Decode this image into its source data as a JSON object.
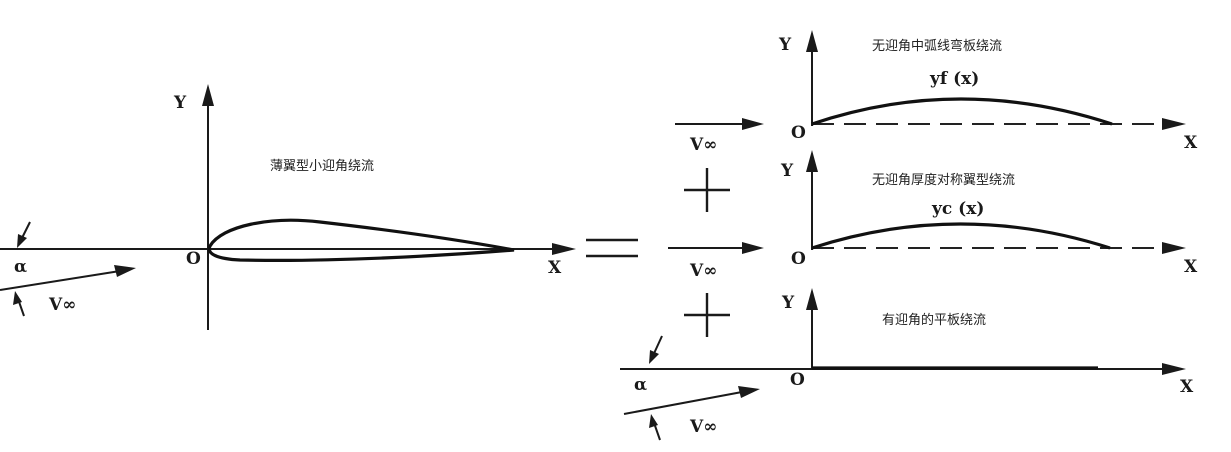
{
  "left_panel": {
    "caption": "薄翼型小迎角绕流",
    "y_label": "Y",
    "x_label": "X",
    "origin_label": "O",
    "alpha_label": "α",
    "v_label": "V∞"
  },
  "operators": {
    "equals": "=",
    "plus": "+"
  },
  "panel_camber": {
    "caption": "无迎角中弧线弯板绕流",
    "y_label": "Y",
    "x_label": "X",
    "origin_label": "O",
    "v_label": "V∞",
    "curve_label": "yf (x)"
  },
  "panel_thickness": {
    "caption": "无迎角厚度对称翼型绕流",
    "y_label": "Y",
    "x_label": "X",
    "origin_label": "O",
    "v_label": "V∞",
    "curve_label": "yc (x)"
  },
  "panel_flatplate": {
    "caption": "有迎角的平板绕流",
    "y_label": "Y",
    "x_label": "X",
    "origin_label": "O",
    "alpha_label": "α",
    "v_label": "V∞"
  }
}
